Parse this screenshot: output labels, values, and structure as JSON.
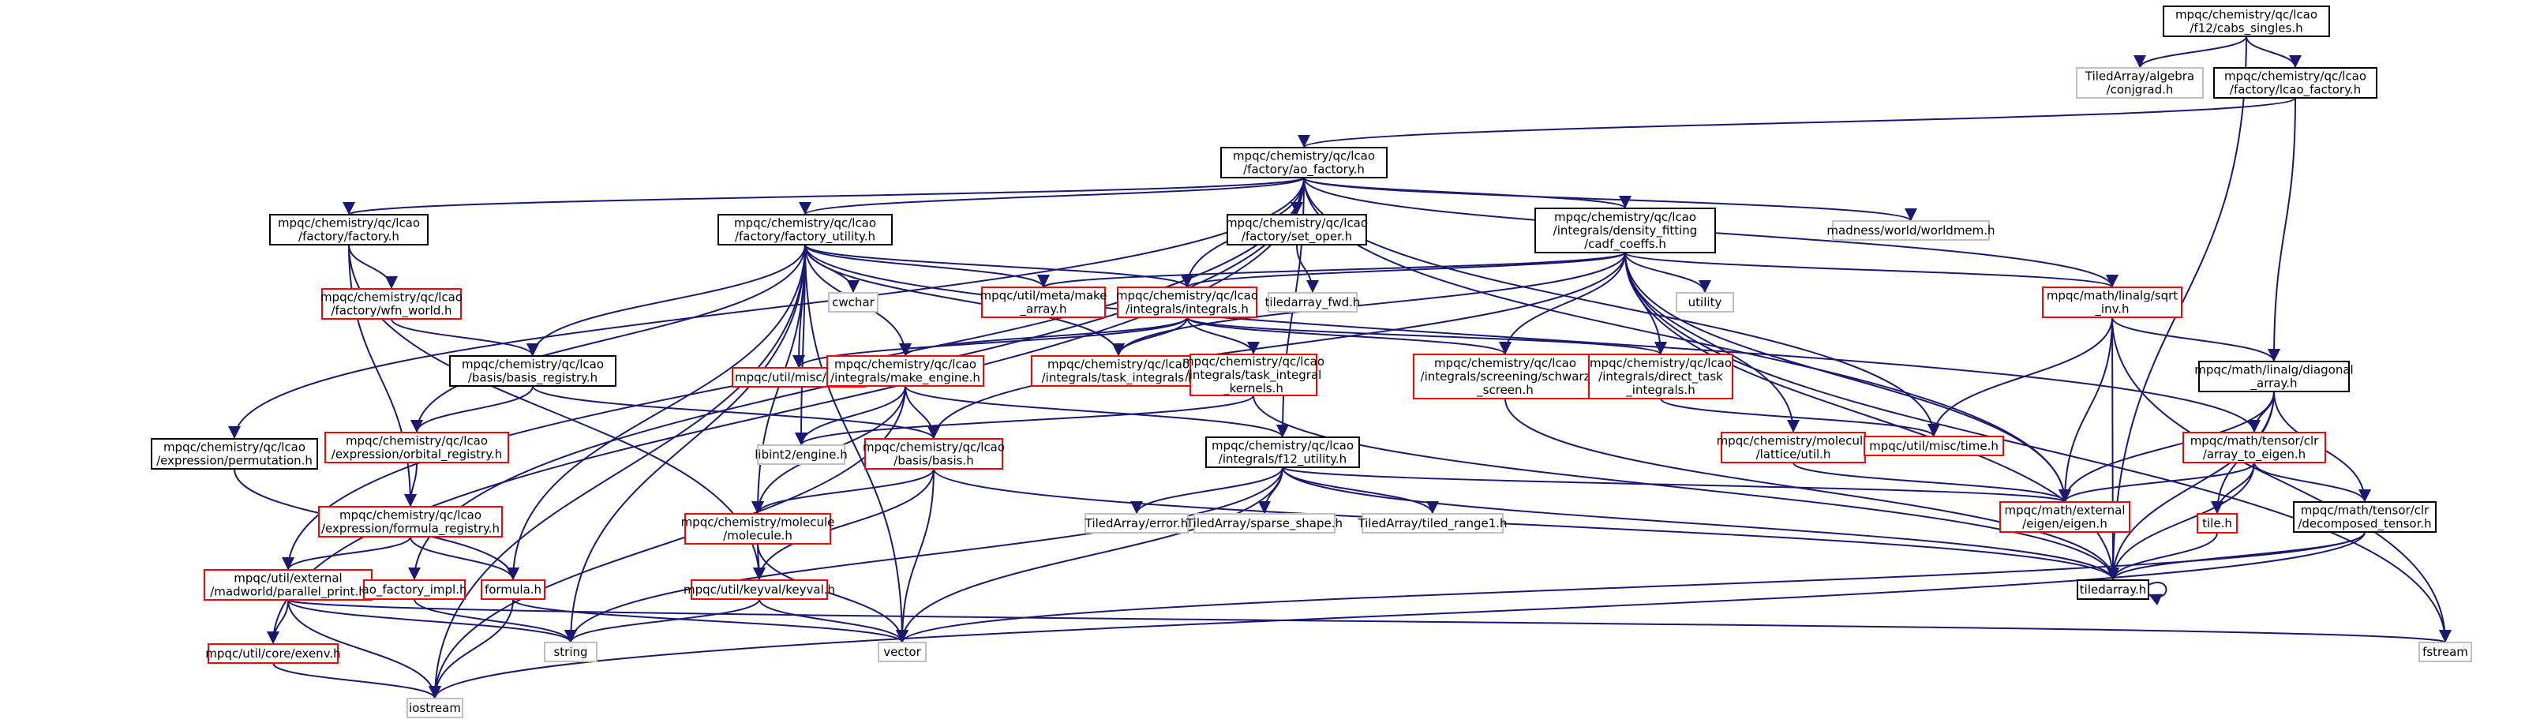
{
  "colors": {
    "edge": "#191970",
    "root_fill": "#bfbfbf",
    "normal_border": "#000000",
    "truncated_border": "#ff0000",
    "external_border": "#bfbfbf"
  },
  "nodes": [
    {
      "id": "cabs_singles",
      "lines": [
        "mpqc/chemistry/qc/lcao",
        "/f12/cabs_singles.h"
      ],
      "kind": "root"
    },
    {
      "id": "conjgrad",
      "lines": [
        "TiledArray/algebra",
        "/conjgrad.h"
      ],
      "kind": "external"
    },
    {
      "id": "lcao_factory",
      "lines": [
        "mpqc/chemistry/qc/lcao",
        "/factory/lcao_factory.h"
      ],
      "kind": "normal"
    },
    {
      "id": "ao_factory",
      "lines": [
        "mpqc/chemistry/qc/lcao",
        "/factory/ao_factory.h"
      ],
      "kind": "normal"
    },
    {
      "id": "factory",
      "lines": [
        "mpqc/chemistry/qc/lcao",
        "/factory/factory.h"
      ],
      "kind": "normal"
    },
    {
      "id": "factory_utility",
      "lines": [
        "mpqc/chemistry/qc/lcao",
        "/factory/factory_utility.h"
      ],
      "kind": "normal"
    },
    {
      "id": "set_oper",
      "lines": [
        "mpqc/chemistry/qc/lcao",
        "/factory/set_oper.h"
      ],
      "kind": "normal"
    },
    {
      "id": "density_fitting",
      "lines": [
        "mpqc/chemistry/qc/lcao",
        "/integrals/density_fitting",
        "/cadf_coeffs.h"
      ],
      "kind": "normal"
    },
    {
      "id": "worldmem",
      "lines": [
        "madness/world/worldmem.h"
      ],
      "kind": "external"
    },
    {
      "id": "wfn_world",
      "lines": [
        "mpqc/chemistry/qc/lcao",
        "/factory/wfn_world.h"
      ],
      "kind": "truncated"
    },
    {
      "id": "cwchar",
      "lines": [
        "cwchar"
      ],
      "kind": "external"
    },
    {
      "id": "make_array",
      "lines": [
        "mpqc/util/meta/make",
        "_array.h"
      ],
      "kind": "truncated"
    },
    {
      "id": "integrals",
      "lines": [
        "mpqc/chemistry/qc/lcao",
        "/integrals/integrals.h"
      ],
      "kind": "truncated"
    },
    {
      "id": "tiledarray_fwd",
      "lines": [
        "tiledarray_fwd.h"
      ],
      "kind": "external"
    },
    {
      "id": "utility",
      "lines": [
        "utility"
      ],
      "kind": "external"
    },
    {
      "id": "sqrt_inv",
      "lines": [
        "mpqc/math/linalg/sqrt",
        "_inv.h"
      ],
      "kind": "truncated"
    },
    {
      "id": "basis_registry",
      "lines": [
        "mpqc/chemistry/qc/lcao",
        "/basis/basis_registry.h"
      ],
      "kind": "normal"
    },
    {
      "id": "pool",
      "lines": [
        "mpqc/util/misc/pool.h"
      ],
      "kind": "truncated"
    },
    {
      "id": "make_engine",
      "lines": [
        "mpqc/chemistry/qc/lcao",
        "/integrals/make_engine.h"
      ],
      "kind": "truncated"
    },
    {
      "id": "task_integrals",
      "lines": [
        "mpqc/chemistry/qc/lcao",
        "/integrals/task_integrals.h"
      ],
      "kind": "truncated"
    },
    {
      "id": "task_integral_kernels",
      "lines": [
        "mpqc/chemistry/qc/lcao",
        "/integrals/task_integral",
        "_kernels.h"
      ],
      "kind": "truncated"
    },
    {
      "id": "schwarz_screen",
      "lines": [
        "mpqc/chemistry/qc/lcao",
        "/integrals/screening/schwarz",
        "_screen.h"
      ],
      "kind": "truncated"
    },
    {
      "id": "direct_task_integrals",
      "lines": [
        "mpqc/chemistry/qc/lcao",
        "/integrals/direct_task",
        "_integrals.h"
      ],
      "kind": "truncated"
    },
    {
      "id": "diagonal_array",
      "lines": [
        "mpqc/math/linalg/diagonal",
        "_array.h"
      ],
      "kind": "normal"
    },
    {
      "id": "permutation",
      "lines": [
        "mpqc/chemistry/qc/lcao",
        "/expression/permutation.h"
      ],
      "kind": "normal"
    },
    {
      "id": "orbital_registry",
      "lines": [
        "mpqc/chemistry/qc/lcao",
        "/expression/orbital_registry.h"
      ],
      "kind": "truncated"
    },
    {
      "id": "libint2_engine",
      "lines": [
        "libint2/engine.h"
      ],
      "kind": "external"
    },
    {
      "id": "basis",
      "lines": [
        "mpqc/chemistry/qc/lcao",
        "/basis/basis.h"
      ],
      "kind": "truncated"
    },
    {
      "id": "f12_utility",
      "lines": [
        "mpqc/chemistry/qc/lcao",
        "/integrals/f12_utility.h"
      ],
      "kind": "normal"
    },
    {
      "id": "lattice_util",
      "lines": [
        "mpqc/chemistry/molecule",
        "/lattice/util.h"
      ],
      "kind": "truncated"
    },
    {
      "id": "misc_time",
      "lines": [
        "mpqc/util/misc/time.h"
      ],
      "kind": "truncated"
    },
    {
      "id": "array_to_eigen",
      "lines": [
        "mpqc/math/tensor/clr",
        "/array_to_eigen.h"
      ],
      "kind": "truncated"
    },
    {
      "id": "formula_registry",
      "lines": [
        "mpqc/chemistry/qc/lcao",
        "/expression/formula_registry.h"
      ],
      "kind": "truncated"
    },
    {
      "id": "molecule",
      "lines": [
        "mpqc/chemistry/molecule",
        "/molecule.h"
      ],
      "kind": "truncated"
    },
    {
      "id": "ta_error",
      "lines": [
        "TiledArray/error.h"
      ],
      "kind": "external"
    },
    {
      "id": "sparse_shape",
      "lines": [
        "TiledArray/sparse_shape.h"
      ],
      "kind": "external"
    },
    {
      "id": "tiled_range1",
      "lines": [
        "TiledArray/tiled_range1.h"
      ],
      "kind": "external"
    },
    {
      "id": "eigen",
      "lines": [
        "mpqc/math/external",
        "/eigen/eigen.h"
      ],
      "kind": "truncated"
    },
    {
      "id": "tile",
      "lines": [
        "tile.h"
      ],
      "kind": "truncated"
    },
    {
      "id": "decomposed_tensor",
      "lines": [
        "mpqc/math/tensor/clr",
        "/decomposed_tensor.h"
      ],
      "kind": "normal"
    },
    {
      "id": "parallel_print",
      "lines": [
        "mpqc/util/external",
        "/madworld/parallel_print.h"
      ],
      "kind": "truncated"
    },
    {
      "id": "ao_factory_impl",
      "lines": [
        "ao_factory_impl.h"
      ],
      "kind": "truncated"
    },
    {
      "id": "formula",
      "lines": [
        "formula.h"
      ],
      "kind": "truncated"
    },
    {
      "id": "keyval",
      "lines": [
        "mpqc/util/keyval/keyval.h"
      ],
      "kind": "truncated"
    },
    {
      "id": "tiledarray",
      "lines": [
        "tiledarray.h"
      ],
      "kind": "normal"
    },
    {
      "id": "exenv",
      "lines": [
        "mpqc/util/core/exenv.h"
      ],
      "kind": "truncated"
    },
    {
      "id": "string",
      "lines": [
        "string"
      ],
      "kind": "external"
    },
    {
      "id": "vector",
      "lines": [
        "vector"
      ],
      "kind": "external"
    },
    {
      "id": "fstream",
      "lines": [
        "fstream"
      ],
      "kind": "external"
    },
    {
      "id": "iostream",
      "lines": [
        "iostream"
      ],
      "kind": "external"
    }
  ],
  "edges": [
    [
      "cabs_singles",
      "conjgrad"
    ],
    [
      "cabs_singles",
      "lcao_factory"
    ],
    [
      "cabs_singles",
      "tiledarray"
    ],
    [
      "lcao_factory",
      "ao_factory"
    ],
    [
      "lcao_factory",
      "diagonal_array"
    ],
    [
      "ao_factory",
      "factory"
    ],
    [
      "ao_factory",
      "factory_utility"
    ],
    [
      "ao_factory",
      "set_oper"
    ],
    [
      "ao_factory",
      "density_fitting"
    ],
    [
      "ao_factory",
      "worldmem"
    ],
    [
      "ao_factory",
      "integrals"
    ],
    [
      "ao_factory",
      "sqrt_inv"
    ],
    [
      "ao_factory",
      "permutation"
    ],
    [
      "ao_factory",
      "f12_utility"
    ],
    [
      "ao_factory",
      "misc_time"
    ],
    [
      "ao_factory",
      "eigen"
    ],
    [
      "ao_factory",
      "parallel_print"
    ],
    [
      "ao_factory",
      "ao_factory_impl"
    ],
    [
      "ao_factory",
      "exenv"
    ],
    [
      "factory",
      "wfn_world"
    ],
    [
      "factory",
      "formula_registry"
    ],
    [
      "factory",
      "keyval"
    ],
    [
      "factory_utility",
      "cwchar"
    ],
    [
      "factory_utility",
      "make_array"
    ],
    [
      "factory_utility",
      "integrals"
    ],
    [
      "factory_utility",
      "basis_registry"
    ],
    [
      "factory_utility",
      "pool"
    ],
    [
      "factory_utility",
      "make_engine"
    ],
    [
      "factory_utility",
      "task_integrals"
    ],
    [
      "factory_utility",
      "orbital_registry"
    ],
    [
      "factory_utility",
      "libint2_engine"
    ],
    [
      "factory_utility",
      "molecule"
    ],
    [
      "factory_utility",
      "formula"
    ],
    [
      "factory_utility",
      "string"
    ],
    [
      "factory_utility",
      "vector"
    ],
    [
      "factory_utility",
      "iostream"
    ],
    [
      "factory_utility",
      "array_to_eigen"
    ],
    [
      "set_oper",
      "tiledarray_fwd"
    ],
    [
      "density_fitting",
      "make_array"
    ],
    [
      "density_fitting",
      "integrals"
    ],
    [
      "density_fitting",
      "utility"
    ],
    [
      "density_fitting",
      "sqrt_inv"
    ],
    [
      "density_fitting",
      "task_integrals"
    ],
    [
      "density_fitting",
      "schwarz_screen"
    ],
    [
      "density_fitting",
      "direct_task_integrals"
    ],
    [
      "density_fitting",
      "basis"
    ],
    [
      "density_fitting",
      "lattice_util"
    ],
    [
      "density_fitting",
      "eigen"
    ],
    [
      "density_fitting",
      "tiledarray"
    ],
    [
      "density_fitting",
      "fstream"
    ],
    [
      "wfn_world",
      "basis_registry"
    ],
    [
      "integrals",
      "pool"
    ],
    [
      "integrals",
      "make_engine"
    ],
    [
      "integrals",
      "task_integrals"
    ],
    [
      "integrals",
      "task_integral_kernels"
    ],
    [
      "integrals",
      "schwarz_screen"
    ],
    [
      "integrals",
      "direct_task_integrals"
    ],
    [
      "sqrt_inv",
      "diagonal_array"
    ],
    [
      "sqrt_inv",
      "misc_time"
    ],
    [
      "sqrt_inv",
      "eigen"
    ],
    [
      "sqrt_inv",
      "tiledarray"
    ],
    [
      "sqrt_inv",
      "fstream"
    ],
    [
      "basis_registry",
      "orbital_registry"
    ],
    [
      "basis_registry",
      "basis"
    ],
    [
      "make_engine",
      "libint2_engine"
    ],
    [
      "make_engine",
      "basis"
    ],
    [
      "make_engine",
      "f12_utility"
    ],
    [
      "make_engine",
      "molecule"
    ],
    [
      "make_engine",
      "iostream"
    ],
    [
      "task_integral_kernels",
      "libint2_engine"
    ],
    [
      "task_integral_kernels",
      "tiledarray"
    ],
    [
      "schwarz_screen",
      "tiledarray"
    ],
    [
      "direct_task_integrals",
      "misc_time"
    ],
    [
      "diagonal_array",
      "array_to_eigen"
    ],
    [
      "diagonal_array",
      "eigen"
    ],
    [
      "diagonal_array",
      "tile"
    ],
    [
      "diagonal_array",
      "decomposed_tensor"
    ],
    [
      "diagonal_array",
      "tiledarray"
    ],
    [
      "permutation",
      "formula"
    ],
    [
      "orbital_registry",
      "formula_registry"
    ],
    [
      "basis",
      "molecule"
    ],
    [
      "basis",
      "keyval"
    ],
    [
      "basis",
      "vector"
    ],
    [
      "basis",
      "tiledarray"
    ],
    [
      "f12_utility",
      "ta_error"
    ],
    [
      "f12_utility",
      "sparse_shape"
    ],
    [
      "f12_utility",
      "tiled_range1"
    ],
    [
      "f12_utility",
      "eigen"
    ],
    [
      "f12_utility",
      "tiledarray"
    ],
    [
      "f12_utility",
      "string"
    ],
    [
      "f12_utility",
      "vector"
    ],
    [
      "lattice_util",
      "eigen"
    ],
    [
      "array_to_eigen",
      "eigen"
    ],
    [
      "array_to_eigen",
      "tile"
    ],
    [
      "array_to_eigen",
      "decomposed_tensor"
    ],
    [
      "array_to_eigen",
      "tiledarray"
    ],
    [
      "formula_registry",
      "parallel_print"
    ],
    [
      "formula_registry",
      "formula"
    ],
    [
      "molecule",
      "keyval"
    ],
    [
      "molecule",
      "vector"
    ],
    [
      "tile",
      "tiledarray"
    ],
    [
      "decomposed_tensor",
      "tiledarray"
    ],
    [
      "decomposed_tensor",
      "vector"
    ],
    [
      "decomposed_tensor",
      "iostream"
    ],
    [
      "parallel_print",
      "exenv"
    ],
    [
      "parallel_print",
      "string"
    ],
    [
      "parallel_print",
      "iostream"
    ],
    [
      "parallel_print",
      "fstream"
    ],
    [
      "ao_factory_impl",
      "string"
    ],
    [
      "formula",
      "vector"
    ],
    [
      "formula",
      "iostream"
    ],
    [
      "keyval",
      "string"
    ],
    [
      "keyval",
      "vector"
    ],
    [
      "tiledarray",
      "tiledarray"
    ],
    [
      "exenv",
      "iostream"
    ]
  ]
}
